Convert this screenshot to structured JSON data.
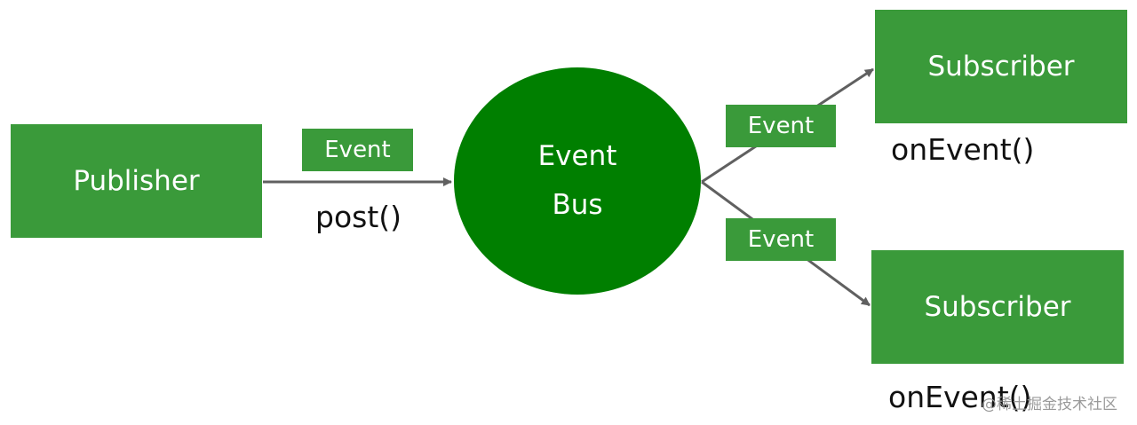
{
  "publisher": {
    "label": "Publisher"
  },
  "bus": {
    "line1": "Event",
    "line2": "Bus"
  },
  "event_tags": {
    "post_event": "Event",
    "upper_event": "Event",
    "lower_event": "Event"
  },
  "method_labels": {
    "post": "post()",
    "upper_on_event": "onEvent()",
    "lower_on_event": "onEvent()"
  },
  "subscribers": [
    {
      "label": "Subscriber"
    },
    {
      "label": "Subscriber"
    }
  ],
  "watermark": {
    "text": "@稀土掘金技术社区"
  },
  "colors": {
    "box_green": "#3a9a3a",
    "bus_green": "#007f00",
    "arrow_gray": "#606060"
  }
}
